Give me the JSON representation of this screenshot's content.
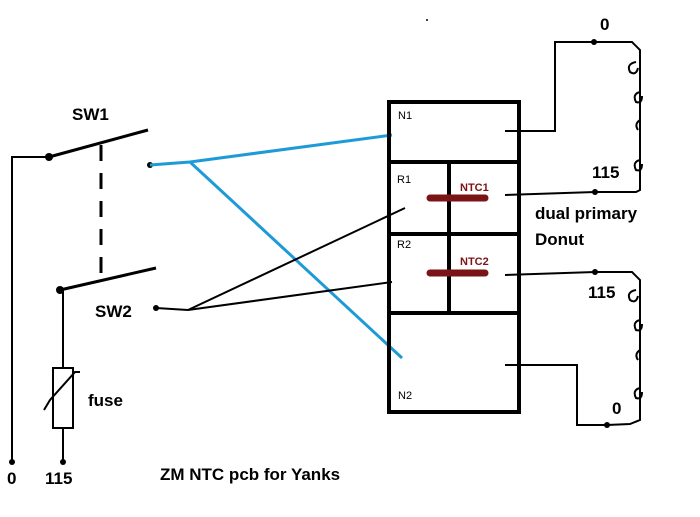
{
  "labels": {
    "sw1": "SW1",
    "sw2": "SW2",
    "fuse": "fuse",
    "n1": "N1",
    "r1": "R1",
    "r2": "R2",
    "n2": "N2",
    "ntc1": "NTC1",
    "ntc2": "NTC2",
    "donut_line1": "dual primary",
    "donut_line2": "Donut",
    "top_zero": "0",
    "top_115": "115",
    "bottom_115": "115",
    "bottom_zero": "0",
    "input_zero": "0",
    "input_115": "115",
    "caption": "ZM NTC pcb for Yanks"
  },
  "colors": {
    "wire": "#000000",
    "blue_wire": "#1e9bd7",
    "ntc": "#7b1416",
    "ntc_text": "#7b1416"
  }
}
